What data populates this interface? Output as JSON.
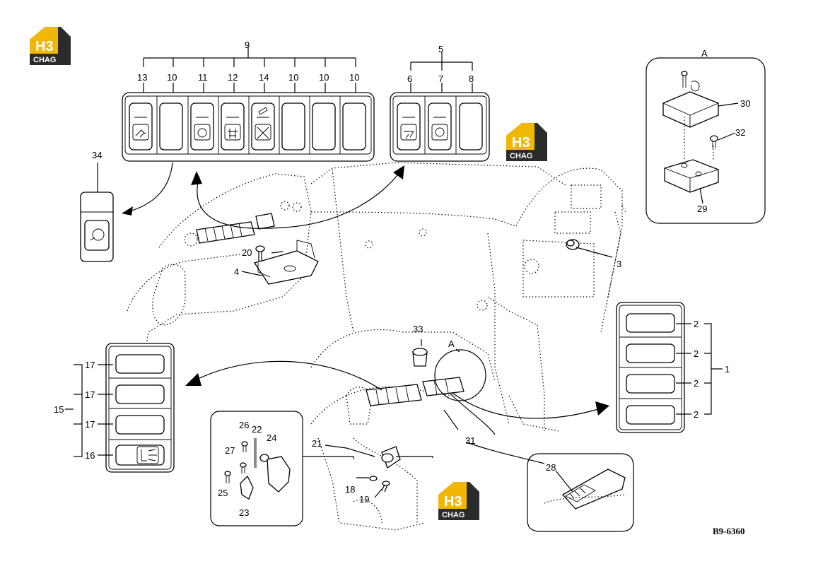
{
  "logo": {
    "text_top": "H3",
    "text_bottom": "CHAG",
    "accent": "#f2b705",
    "dark": "#2b2b2b"
  },
  "labels": {
    "l9": "9",
    "l13": "13",
    "l10a": "10",
    "l11": "11",
    "l12": "12",
    "l14": "14",
    "l10b": "10",
    "l10c": "10",
    "l10d": "10",
    "l5": "5",
    "l6": "6",
    "l7": "7",
    "l8": "8",
    "l34": "34",
    "l20": "20",
    "l4": "4",
    "l3": "3",
    "l33": "33",
    "lA_mid": "A",
    "l2a": "2",
    "l2b": "2",
    "l2c": "2",
    "l2d": "2",
    "l1": "1",
    "l17a": "17",
    "l17b": "17",
    "l17c": "17",
    "l15": "15",
    "l16": "16",
    "l26": "26",
    "l22": "22",
    "l24": "24",
    "l27": "27",
    "l25": "25",
    "l23": "23",
    "l21": "21",
    "l18": "18",
    "l19": "19",
    "l31": "31",
    "l28": "28",
    "lA_box": "A",
    "l30": "30",
    "l32": "32",
    "l29": "29"
  },
  "figure_code": "B9-6360"
}
